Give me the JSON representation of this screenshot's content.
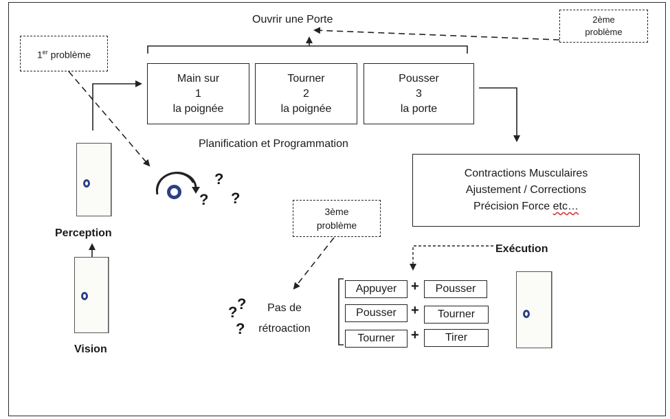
{
  "title": "Ouvrir une Porte",
  "problems": {
    "first": {
      "line1": "1er problème",
      "sup": "er",
      "digit": "1",
      "word": "problème"
    },
    "second": {
      "line1": "2ème",
      "line2": "problème"
    },
    "third": {
      "line1": "3ème",
      "line2": "problème"
    }
  },
  "steps": [
    {
      "line1": "Main sur",
      "num": "1",
      "line3": "la poignée"
    },
    {
      "line1": "Tourner",
      "num": "2",
      "line3": "la poignée"
    },
    {
      "line1": "Pousser",
      "num": "3",
      "line3": "la porte"
    }
  ],
  "planning_label": "Planification et Programmation",
  "execution_box": {
    "line1": "Contractions Musculaires",
    "line2": "Ajustement / Corrections",
    "line3": "Précision Force etc…"
  },
  "labels": {
    "perception": "Perception",
    "vision": "Vision",
    "execution": "Exécution",
    "no_feedback_1": "Pas de",
    "no_feedback_2": "rétroaction"
  },
  "action_pairs": [
    {
      "left": "Appuyer",
      "plus": "+",
      "right": "Pousser"
    },
    {
      "left": "Pousser",
      "plus": "+",
      "right": "Tourner"
    },
    {
      "left": "Tourner",
      "plus": "+",
      "right": "Tirer"
    }
  ],
  "question_mark": "?",
  "colors": {
    "knob": "#2c3f86",
    "line": "#222222",
    "wavy_underline": "#dd3333"
  },
  "icons": [
    "door-icon",
    "rotation-arrow-icon",
    "question-mark-icon"
  ]
}
